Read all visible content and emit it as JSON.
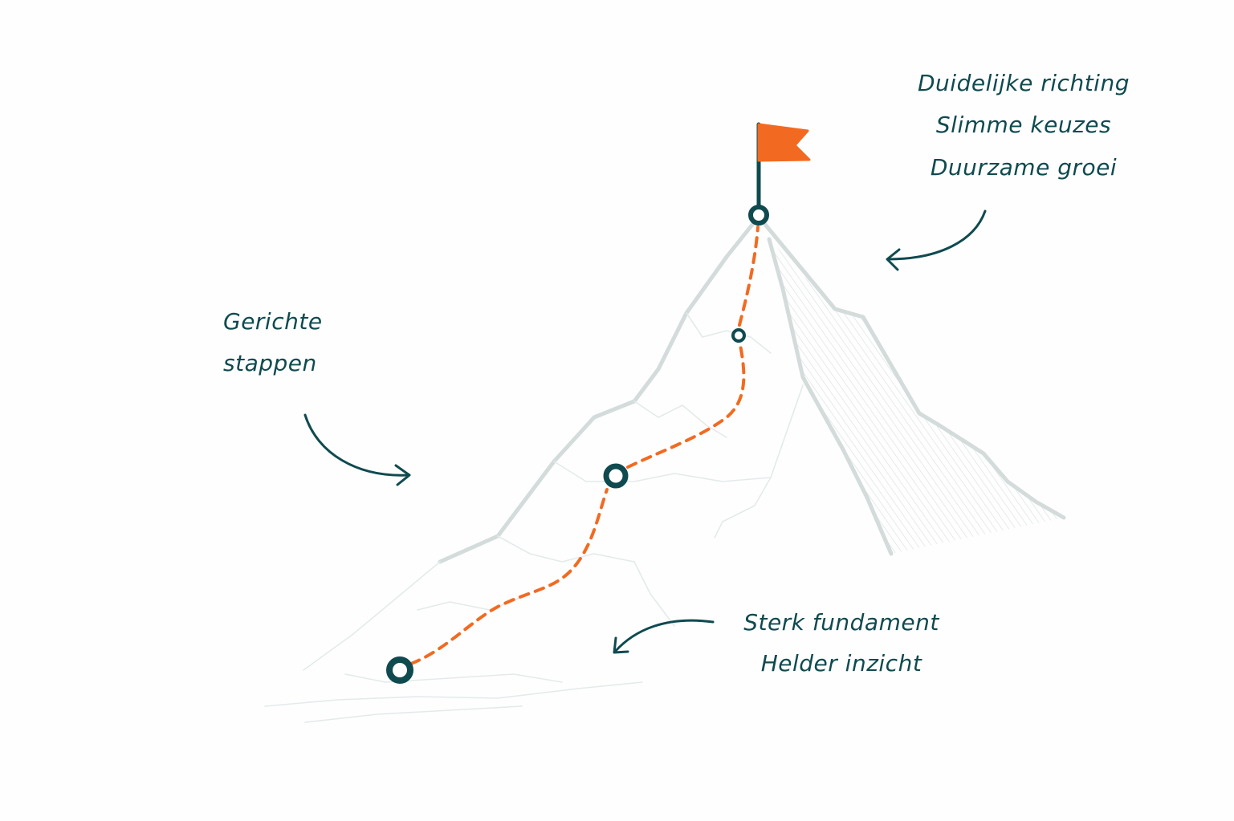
{
  "colors": {
    "background": "#fefefe",
    "text": "#0f4a4f",
    "markers": "#0f4a4f",
    "path": "#f26a21",
    "mountain": "#d3dcdb"
  },
  "annotations": {
    "summit": [
      "Duidelijke richting",
      "Slimme keuzes",
      "Duurzame groei"
    ],
    "middle": [
      "Gerichte",
      "stappen"
    ],
    "base": [
      "Sterk fundament",
      "Helder inzicht"
    ]
  },
  "icons": {
    "flag": "flag-icon",
    "milestones": [
      "summit-milestone-icon",
      "waypoint-small-icon",
      "midway-milestone-icon",
      "base-milestone-icon"
    ],
    "arrows": [
      "arrow-to-summit-icon",
      "arrow-to-middle-icon",
      "arrow-to-base-icon"
    ]
  }
}
